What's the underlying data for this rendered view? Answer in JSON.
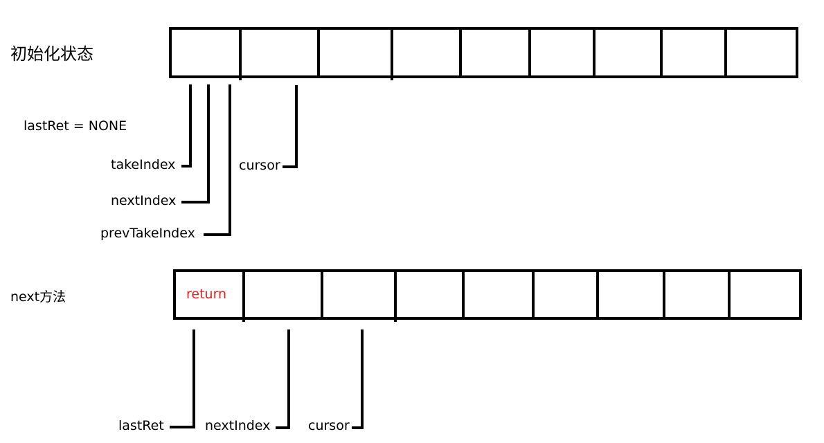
{
  "section1": {
    "title": "初始化状态",
    "last_ret": "lastRet = NONE",
    "pointers": {
      "take_index": "takeIndex",
      "next_index": "nextIndex",
      "prev_take_index": "prevTakeIndex",
      "cursor": "cursor"
    }
  },
  "section2": {
    "title": "next方法",
    "first_cell_text": "return",
    "pointers": {
      "last_ret": "lastRet",
      "next_index": "nextIndex",
      "cursor": "cursor"
    }
  },
  "colors": {
    "line": "#000000",
    "return_text": "#e02020"
  }
}
